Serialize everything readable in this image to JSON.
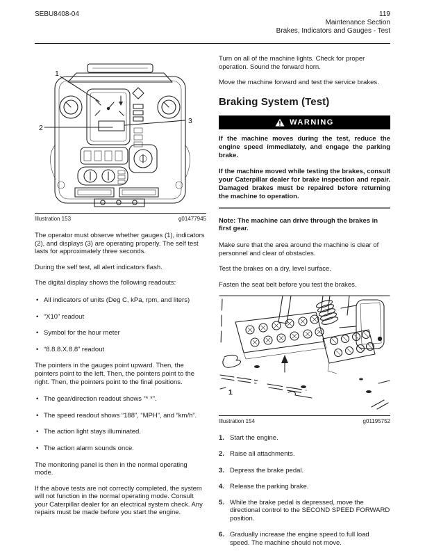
{
  "header": {
    "doc_code": "SEBU8408-04",
    "page_number": "119",
    "section": "Maintenance Section",
    "subsection": "Brakes, Indicators and Gauges - Test"
  },
  "left_column": {
    "figure": {
      "caption": "Illustration 153",
      "code": "g01477945",
      "callout1": "1",
      "callout2": "2",
      "callout3": "3"
    },
    "para1": "The operator must observe whether gauges (1), indicators (2), and displays (3) are operating properly. The self test lasts for approximately three seconds.",
    "para2": "During the self test, all alert indicators flash.",
    "para3": "The digital display shows the following readouts:",
    "bullets1": [
      "All indicators of units (Deg C, kPa, rpm, and liters)",
      "“X10” readout",
      "Symbol for the hour meter",
      "“8.8.8.X.8.8” readout"
    ],
    "para4": "The pointers in the gauges point upward. Then, the pointers point to the left. Then, the pointers point to the right. Then, the pointers point to the final positions.",
    "bullets2": [
      "The gear/direction readout shows “* *”.",
      "The speed readout shows “188”, “MPH”, and “km/h”.",
      "The action light stays illuminated.",
      "The action alarm sounds once."
    ],
    "para5": "The monitoring panel is then in the normal operating mode.",
    "para6": "If the above tests are not correctly completed, the system will not function in the normal operating mode. Consult your Caterpillar dealer for an electrical system check. Any repairs must be made before you start the engine."
  },
  "right_column": {
    "para1": "Turn on all of the machine lights. Check for proper operation. Sound the forward horn.",
    "para2": "Move the machine forward and test the service brakes.",
    "heading": "Braking System (Test)",
    "warning": {
      "label": "WARNING",
      "body1": "If the machine moves during the test, reduce the engine speed immediately, and engage the parking brake.",
      "body2": "If the machine moved while testing the brakes, consult your Caterpillar dealer for brake inspection and repair. Damaged brakes must be repaired before returning the machine to operation."
    },
    "note_label": "Note:",
    "note_text": "The machine can drive through the brakes in first gear.",
    "para3": "Make sure that the area around the machine is clear of personnel and clear of obstacles.",
    "para4": "Test the brakes on a dry, level surface.",
    "para5": "Fasten the seat belt before you test the brakes.",
    "figure": {
      "caption": "Illustration 154",
      "code": "g01195752",
      "callout1": "1"
    },
    "steps": [
      {
        "num": "1.",
        "text": "Start the engine."
      },
      {
        "num": "2.",
        "text": "Raise all attachments."
      },
      {
        "num": "3.",
        "text": "Depress the brake pedal."
      },
      {
        "num": "4.",
        "text": "Release the parking brake."
      },
      {
        "num": "5.",
        "text": "While the brake pedal is depressed, move the directional control to the SECOND SPEED FORWARD position."
      },
      {
        "num": "6.",
        "text": "Gradually increase the engine speed to full load speed. The machine should not move."
      }
    ]
  },
  "colors": {
    "warning_bar_bg": "#000000",
    "warning_bar_text": "#ffffff",
    "text": "#1a1a1a"
  }
}
